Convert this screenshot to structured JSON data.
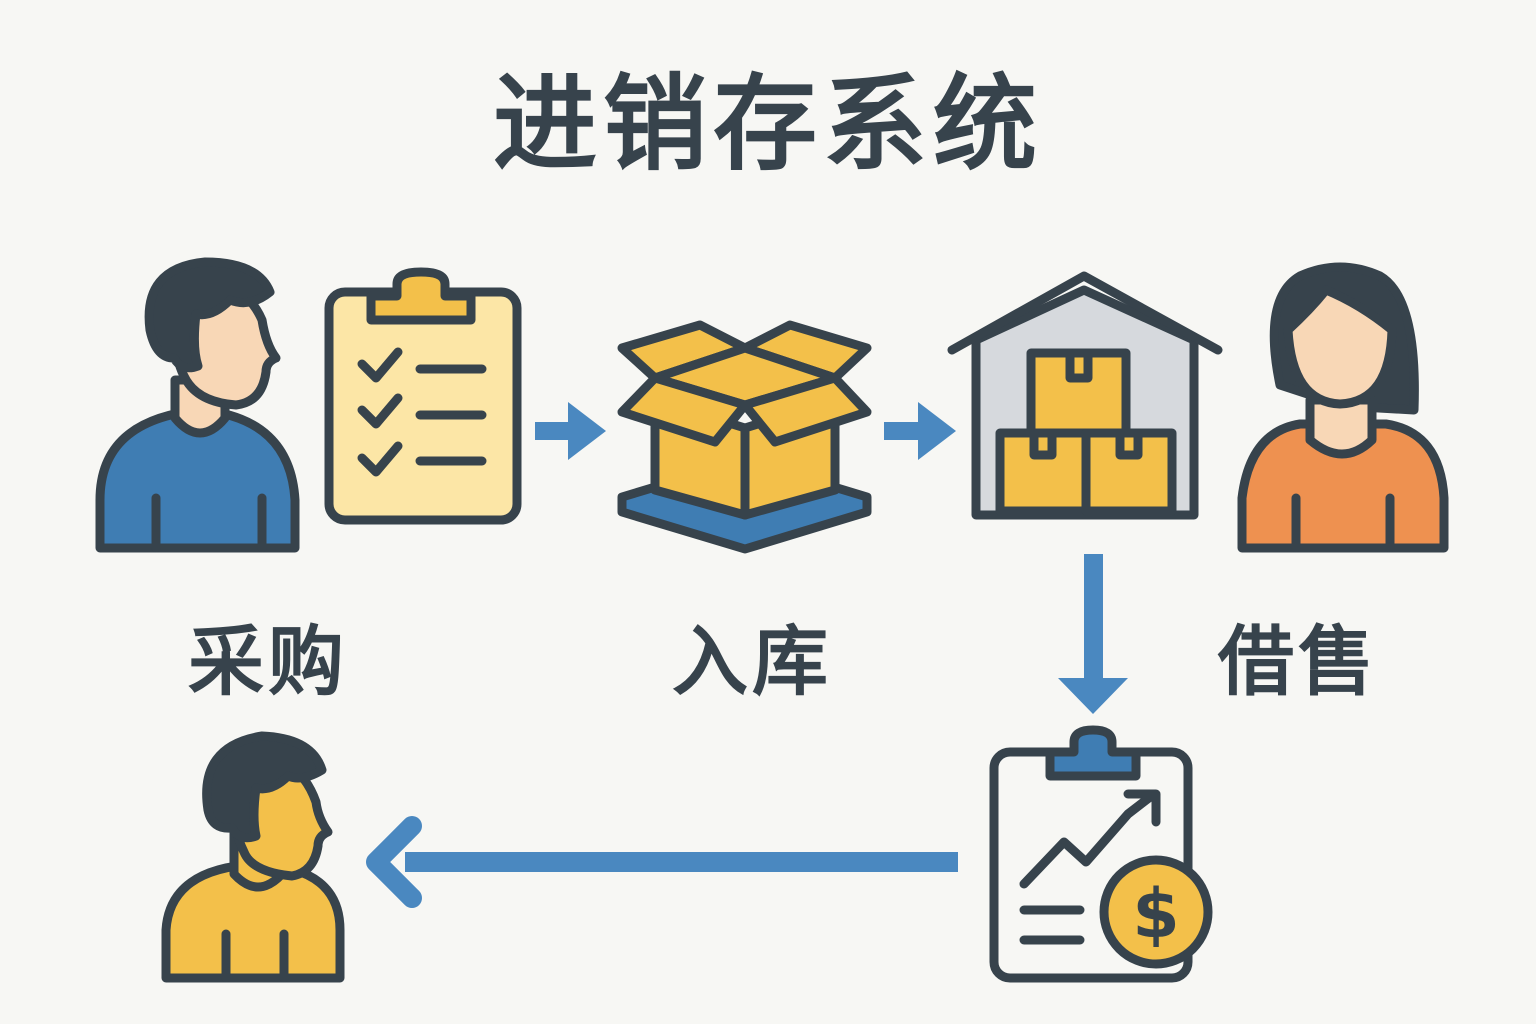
{
  "title": "进销存系统",
  "labels": {
    "purchase": "采购",
    "inbound": "入库",
    "sales": "借售"
  },
  "icons": {
    "buyer": "person-blue-shirt-icon",
    "order": "clipboard-checklist-icon",
    "box": "open-box-on-pallet-icon",
    "warehouse": "warehouse-icon",
    "seller": "person-orange-shirt-icon",
    "report": "sales-report-dollar-icon",
    "customer": "person-yellow-shirt-icon",
    "currency_symbol": "$"
  },
  "colors": {
    "outline": "#37434C",
    "blue": "#3F7DB3",
    "arrow": "#4A88C0",
    "yellow": "#F3C04A",
    "light_yellow": "#FCE6A6",
    "orange": "#EE9150",
    "skin": "#F8D7B6",
    "gray": "#D6D9DD",
    "background": "#F7F7F4"
  }
}
